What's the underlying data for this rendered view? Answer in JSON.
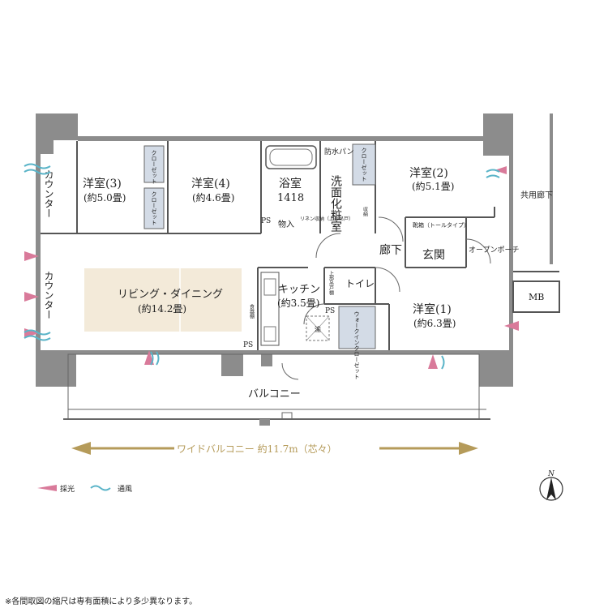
{
  "rooms": {
    "western3": {
      "name": "洋室(3)",
      "size": "(約5.0畳)"
    },
    "western4": {
      "name": "洋室(4)",
      "size": "(約4.6畳)"
    },
    "bath": {
      "name": "浴室",
      "size": "1418"
    },
    "waterproof_pan": "防水パン",
    "closet": "クローゼット",
    "washroom": "洗面化粧室",
    "western2": {
      "name": "洋室(2)",
      "size": "(約5.1畳)"
    },
    "common_corridor": "共用廊下",
    "storage": "物入",
    "linen": "リネン収納（上部吊戸）",
    "shoe_box": "靴箱（トールタイプ）",
    "hall": "廊下",
    "entrance": "玄関",
    "open_porch": "オープンポーチ",
    "counter": "カウンター",
    "living": {
      "name": "リビング・ダイニング",
      "size": "(約14.2畳)"
    },
    "kitchen": {
      "name": "キッチン",
      "size": "(約3.5畳)"
    },
    "upper_shelf": "上部吊戸棚",
    "toilet": "トイレ",
    "walkin": "ウォークインクローゼット",
    "western1": {
      "name": "洋室(1)",
      "size": "(約6.3畳)"
    },
    "mb": "MB",
    "ps": "PS",
    "shaft": "渝",
    "cupboard": "食器棚",
    "balcony": "バルコニー",
    "storage_small": "収納"
  },
  "dimension": {
    "label": "ワイドバルコニー 約11.7m（芯々）"
  },
  "legend": {
    "light": "採光",
    "wind": "通風"
  },
  "compass": "N",
  "note": "※各間取図の縮尺は専有面積により多少異なります。",
  "colors": {
    "wall": "#8c8c8c",
    "wall_dark": "#6e6e6e",
    "living_floor": "#f3ead9",
    "closet_fill": "#d3dbe6",
    "light_arrow": "#d97a9a",
    "wind_arrow": "#5ab4c8",
    "dimension_gold": "#b59b5a"
  }
}
